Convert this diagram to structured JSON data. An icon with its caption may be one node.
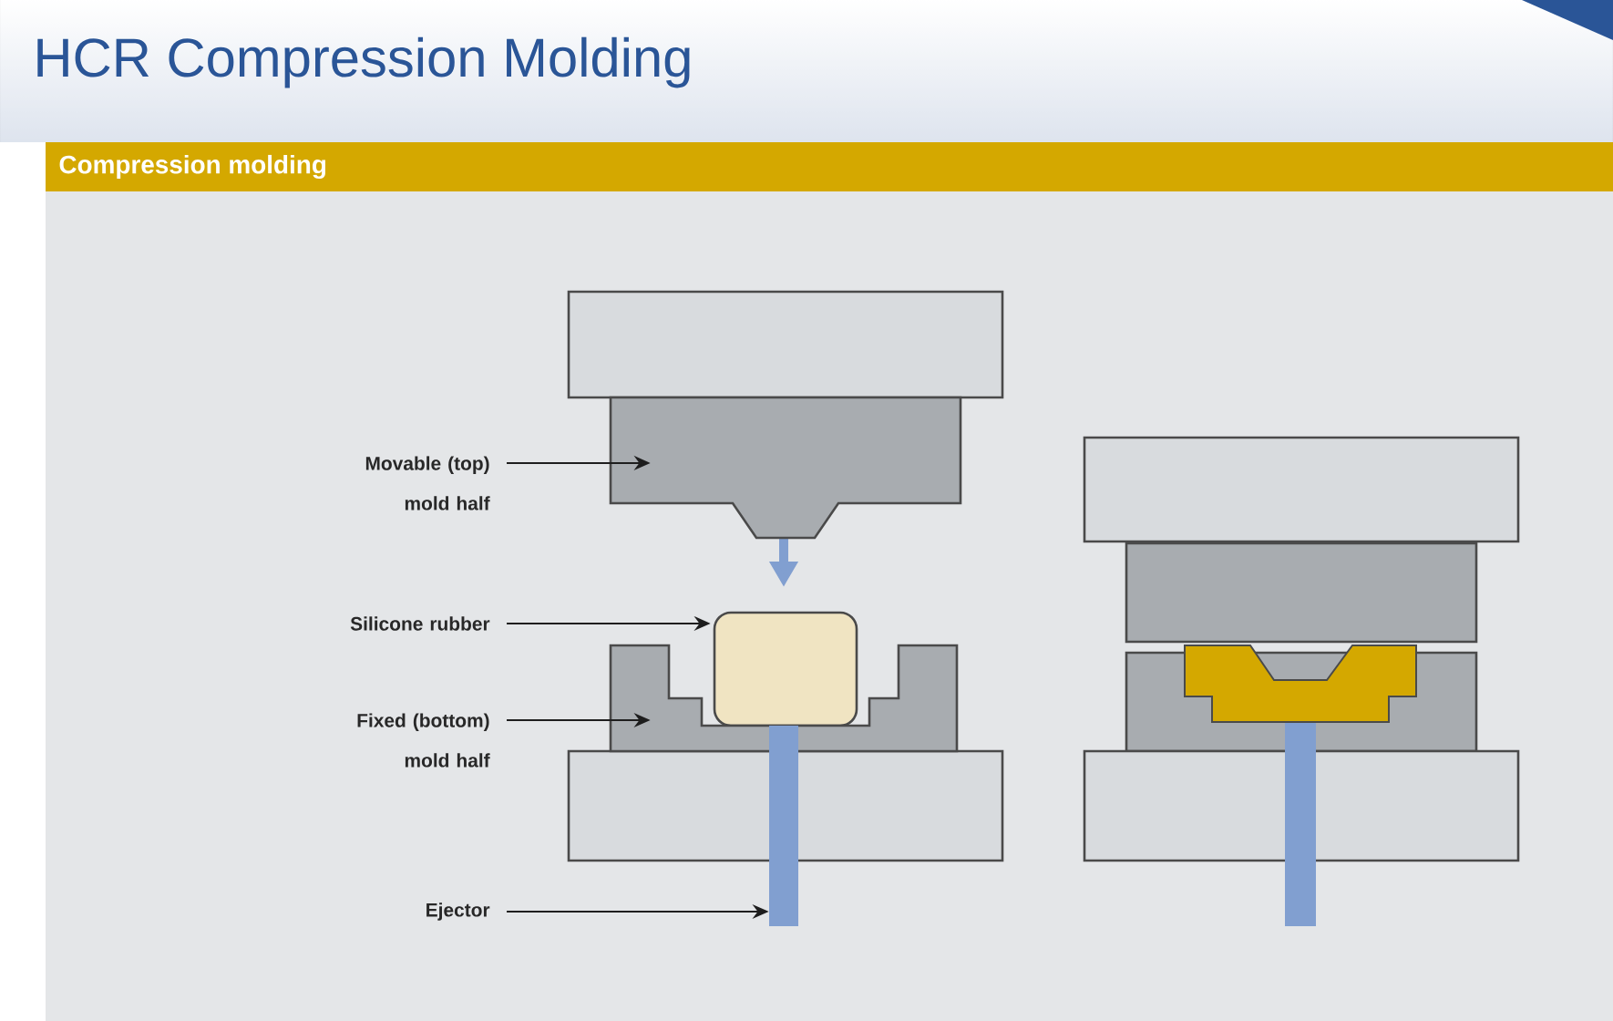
{
  "diagram": {
    "title": "HCR Compression Molding",
    "nodes": [
      {
        "text": [
          "Compression molding"
        ]
      },
      {
        "text": [
          "Movable (top) mold half"
        ]
      },
      {
        "text": [],
        "shape": "box"
      },
      {
        "text": [
          "Silicone rubber"
        ]
      },
      {
        "text": [],
        "shape": "box"
      },
      {
        "text": [
          "Fixed (bottom) mold half"
        ]
      },
      {
        "text": [],
        "shape": "box"
      },
      {
        "text": [
          "Ejector"
        ]
      },
      {
        "text": [],
        "shape": "bar"
      }
    ],
    "edges": [
      {
        "from": 1,
        "to": 2,
        "arrow": "to"
      },
      {
        "from": 3,
        "to": 4,
        "arrow": "to"
      },
      {
        "from": 5,
        "to": 6,
        "arrow": "to"
      },
      {
        "from": 7,
        "to": 8,
        "arrow": "to"
      }
    ]
  }
}
